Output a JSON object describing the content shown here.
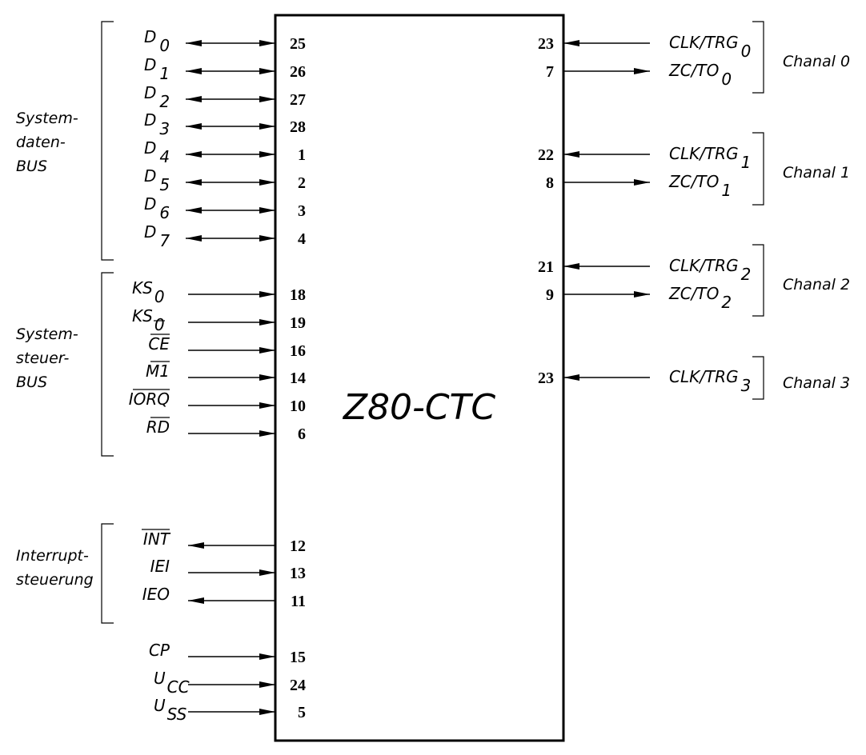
{
  "chip": {
    "name": "Z80-CTC"
  },
  "groups": [
    {
      "id": "systemdaten",
      "lines": [
        "System-",
        "daten-",
        "BUS"
      ]
    },
    {
      "id": "systemsteuer",
      "lines": [
        "System-",
        "steuer-",
        "BUS"
      ]
    },
    {
      "id": "interrupt",
      "lines": [
        "Interrupt-",
        "steuerung"
      ]
    }
  ],
  "left_pins": [
    {
      "label": "D",
      "sub": "0",
      "pin": "25",
      "dir": "bi"
    },
    {
      "label": "D",
      "sub": "1",
      "pin": "26",
      "dir": "bi"
    },
    {
      "label": "D",
      "sub": "2",
      "pin": "27",
      "dir": "bi"
    },
    {
      "label": "D",
      "sub": "3",
      "pin": "28",
      "dir": "bi"
    },
    {
      "label": "D",
      "sub": "4",
      "pin": "1",
      "dir": "bi"
    },
    {
      "label": "D",
      "sub": "5",
      "pin": "2",
      "dir": "bi"
    },
    {
      "label": "D",
      "sub": "6",
      "pin": "3",
      "dir": "bi"
    },
    {
      "label": "D",
      "sub": "7",
      "pin": "4",
      "dir": "bi"
    },
    {
      "label": "KS",
      "sub": "0",
      "pin": "18",
      "dir": "in"
    },
    {
      "label": "KS",
      "sub": "0",
      "pin": "19",
      "dir": "in"
    },
    {
      "label": "CE",
      "sub": "",
      "pin": "16",
      "dir": "in",
      "overline": true
    },
    {
      "label": "M1",
      "sub": "",
      "pin": "14",
      "dir": "in",
      "overline": true
    },
    {
      "label": "IORQ",
      "sub": "",
      "pin": "10",
      "dir": "in",
      "overline": true
    },
    {
      "label": "RD",
      "sub": "",
      "pin": "6",
      "dir": "in",
      "overline": true
    },
    {
      "label": "INT",
      "sub": "",
      "pin": "12",
      "dir": "out",
      "overline": true
    },
    {
      "label": "IEI",
      "sub": "",
      "pin": "13",
      "dir": "in"
    },
    {
      "label": "IEO",
      "sub": "",
      "pin": "11",
      "dir": "out"
    },
    {
      "label": "CP",
      "sub": "",
      "pin": "15",
      "dir": "in"
    },
    {
      "label": "U",
      "sub": "CC",
      "pin": "24",
      "dir": "in"
    },
    {
      "label": "U",
      "sub": "SS",
      "pin": "5",
      "dir": "in"
    }
  ],
  "right_pins": [
    {
      "label": "CLK/TRG",
      "sub": "0",
      "pin": "23",
      "dir": "in"
    },
    {
      "label": "ZC/TO",
      "sub": "0",
      "pin": "7",
      "dir": "out"
    },
    {
      "label": "CLK/TRG",
      "sub": "1",
      "pin": "22",
      "dir": "in"
    },
    {
      "label": "ZC/TO",
      "sub": "1",
      "pin": "8",
      "dir": "out"
    },
    {
      "label": "CLK/TRG",
      "sub": "2",
      "pin": "21",
      "dir": "in"
    },
    {
      "label": "ZC/TO",
      "sub": "2",
      "pin": "9",
      "dir": "out"
    },
    {
      "label": "CLK/TRG",
      "sub": "3",
      "pin": "23",
      "dir": "in"
    }
  ],
  "channels": [
    {
      "label": "Chanal 0"
    },
    {
      "label": "Chanal 1"
    },
    {
      "label": "Chanal 2"
    },
    {
      "label": "Chanal 3"
    }
  ]
}
